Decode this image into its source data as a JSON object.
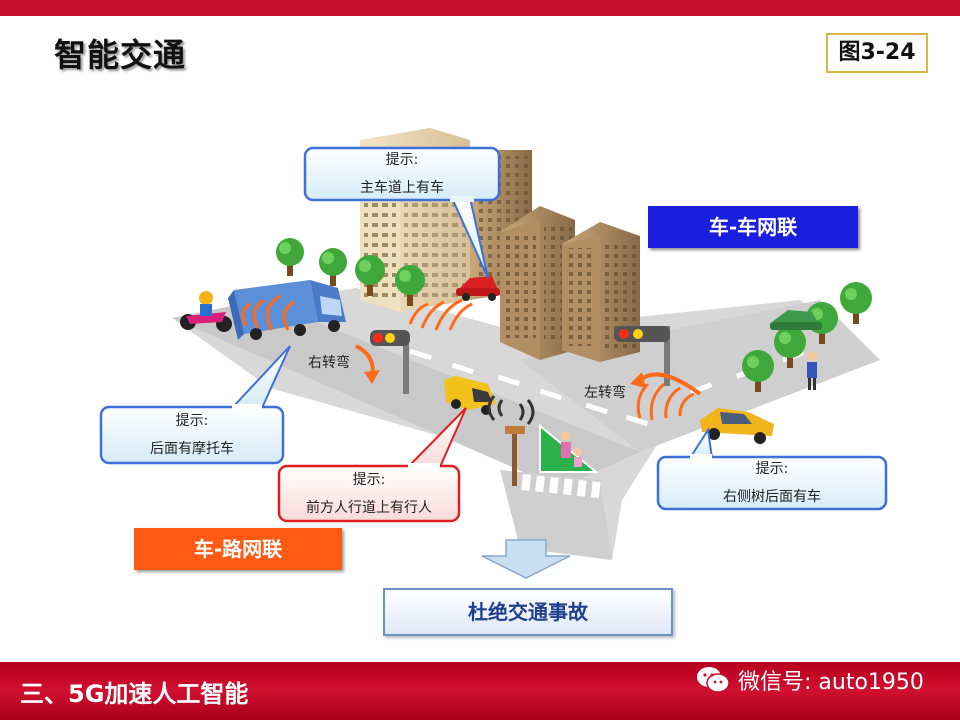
{
  "header": {
    "title": "智能交通",
    "figure_label": "图3-24"
  },
  "callouts": [
    {
      "line1": "提示:",
      "line2": "主车道上有车"
    },
    {
      "line1": "提示:",
      "line2": "后面有摩托车"
    },
    {
      "line1": "提示:",
      "line2": "前方人行道上有行人"
    },
    {
      "line1": "提示:",
      "line2": "右侧树后面有车"
    }
  ],
  "road_labels": {
    "right_turn": "右转弯",
    "left_turn": "左转弯"
  },
  "tags": {
    "v2v": "车-车网联",
    "v2r": "车-路网联"
  },
  "result": "杜绝交通事故",
  "footer": {
    "section": "三、5G加速人工智能",
    "wechat": "微信号: auto1950"
  },
  "colors": {
    "top_bar": "#c8102e",
    "bottom_bar": "#c8102e",
    "v2v_tag": "#1a1ee0",
    "v2r_tag": "#ff5a14",
    "callout_blue_border": "#3f6fd8",
    "callout_red_border": "#e02020",
    "signal_wave": "#ff6a1a"
  },
  "icons": [
    "wechat-icon",
    "traffic-light-icon",
    "tree-icon",
    "truck-icon",
    "motorcycle-icon",
    "car-icon",
    "pedestrian-icon"
  ]
}
